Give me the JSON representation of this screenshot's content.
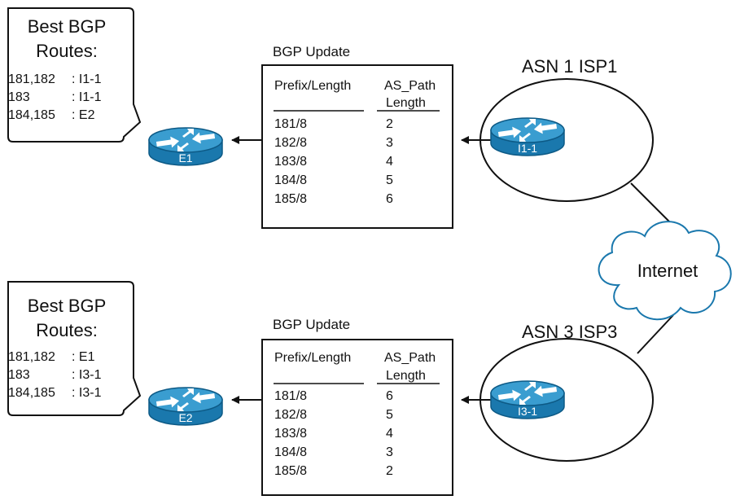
{
  "top": {
    "callout": {
      "title_line1": "Best BGP",
      "title_line2": "Routes:",
      "rows": [
        {
          "prefixes": "181,182",
          "next_hop": ": I1-1"
        },
        {
          "prefixes": "183",
          "next_hop": ": I1-1"
        },
        {
          "prefixes": "184,185",
          "next_hop": ": E2"
        }
      ]
    },
    "router_label": "E1",
    "update": {
      "title": "BGP Update",
      "col1": "Prefix/Length",
      "col2_line1": "AS_Path",
      "col2_line2": "Length",
      "rows": [
        {
          "prefix": "181/8",
          "length": "2"
        },
        {
          "prefix": "182/8",
          "length": "3"
        },
        {
          "prefix": "183/8",
          "length": "4"
        },
        {
          "prefix": "184/8",
          "length": "5"
        },
        {
          "prefix": "185/8",
          "length": "6"
        }
      ]
    },
    "asn_label": "ASN 1 ISP1",
    "isp_router_label": "I1-1"
  },
  "bottom": {
    "callout": {
      "title_line1": "Best BGP",
      "title_line2": "Routes:",
      "rows": [
        {
          "prefixes": "181,182",
          "next_hop": ": E1"
        },
        {
          "prefixes": "183",
          "next_hop": ": I3-1"
        },
        {
          "prefixes": "184,185",
          "next_hop": ": I3-1"
        }
      ]
    },
    "router_label": "E2",
    "update": {
      "title": "BGP Update",
      "col1": "Prefix/Length",
      "col2_line1": "AS_Path",
      "col2_line2": "Length",
      "rows": [
        {
          "prefix": "181/8",
          "length": "6"
        },
        {
          "prefix": "182/8",
          "length": "5"
        },
        {
          "prefix": "183/8",
          "length": "4"
        },
        {
          "prefix": "184/8",
          "length": "3"
        },
        {
          "prefix": "185/8",
          "length": "2"
        }
      ]
    },
    "asn_label": "ASN 3 ISP3",
    "isp_router_label": "I3-1"
  },
  "internet_label": "Internet",
  "colors": {
    "router_top": "#3a9dd0",
    "router_body": "#1a78ad",
    "router_edge": "#0d5a86",
    "line": "#111111"
  }
}
